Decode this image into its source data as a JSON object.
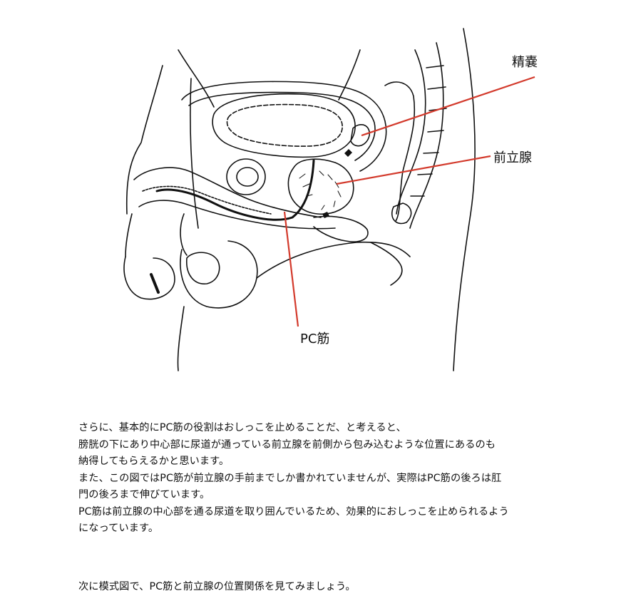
{
  "diagram": {
    "labels": {
      "seminal_vesicle": "精嚢",
      "prostate": "前立腺",
      "pc_muscle": "PC筋"
    },
    "leader_color": "#d33a2c"
  },
  "text": {
    "lines": [
      "さらに、基本的にPC筋の役割はおしっこを止めることだ、と考えると、",
      "膀胱の下にあり中心部に尿道が通っている前立腺を前側から包み込むような位置にあるのも",
      "納得してもらえるかと思います。",
      "また、この図ではPC筋が前立腺の手前までしか書かれていませんが、実際はPC筋の後ろは肛",
      "門の後ろまで伸びています。",
      "PC筋は前立腺の中心部を通る尿道を取り囲んでいるため、効果的におしっこを止められるよう",
      "になっています。"
    ],
    "closing": "次に模式図で、PC筋と前立腺の位置関係を見てみましょう。"
  }
}
